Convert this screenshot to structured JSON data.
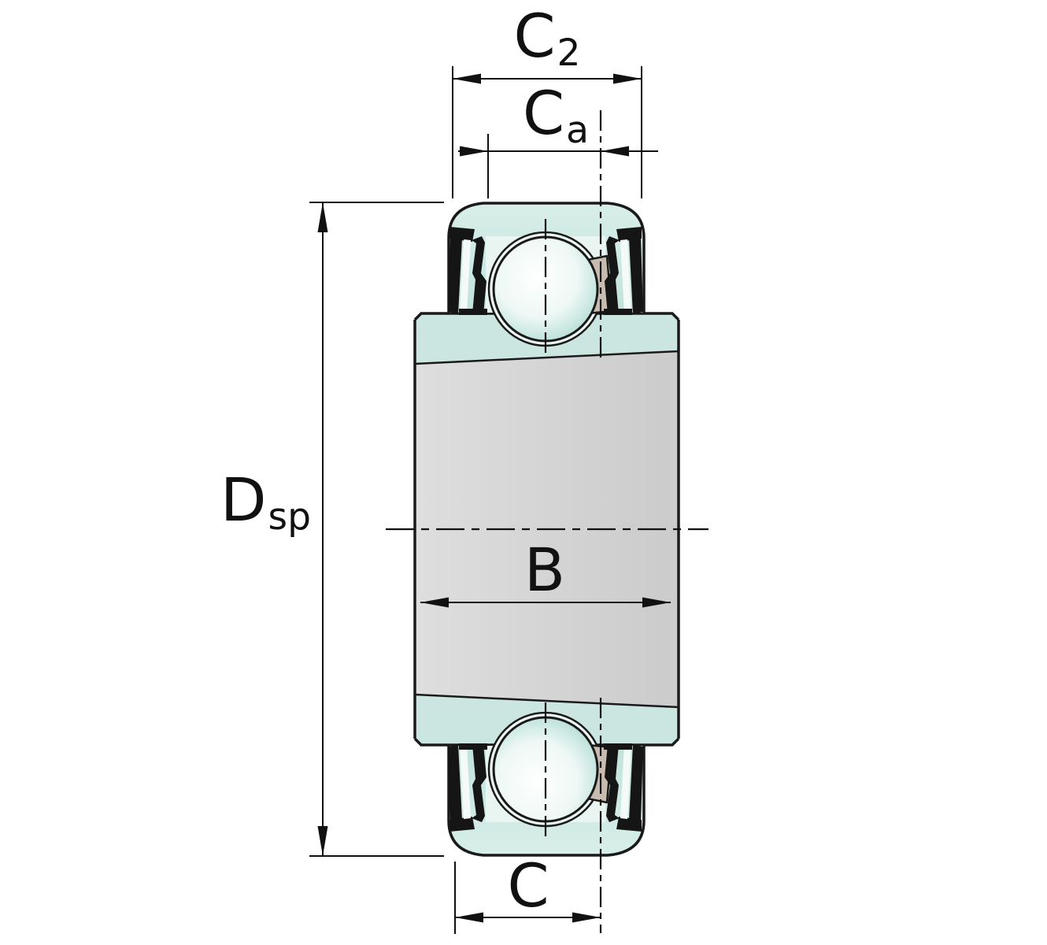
{
  "labels": {
    "c2": {
      "base": "C",
      "sub": "2"
    },
    "ca": {
      "base": "C",
      "sub": "a"
    },
    "dsp": {
      "base": "D",
      "sub": "sp"
    },
    "b": {
      "base": "B",
      "sub": ""
    },
    "c": {
      "base": "C",
      "sub": ""
    }
  },
  "colors": {
    "bearing_ring_teal": "#cbe6e0",
    "ring_highlight": "#d8eee9",
    "pocket_light": "#e9f5f1",
    "sleeve_gray": "#d5d5d5",
    "cage_tan": "#c8bcb0",
    "seal_black": "#151515",
    "outline_black": "#1a1a1a",
    "background": "#ffffff"
  }
}
